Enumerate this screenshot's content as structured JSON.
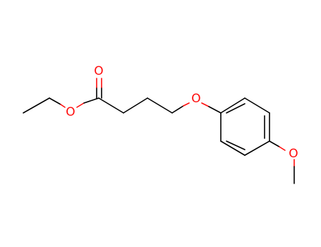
{
  "molecule": {
    "atoms": {
      "carbonyl_oxygen": {
        "symbol": "O",
        "color": "#ff0d0d"
      },
      "ester_oxygen": {
        "symbol": "O",
        "color": "#ff0d0d"
      },
      "ether_oxygen": {
        "symbol": "O",
        "color": "#ff0d0d"
      },
      "methoxy_oxygen": {
        "symbol": "O",
        "color": "#ff0d0d"
      }
    },
    "bond_color": "#000000",
    "heteroatom_color": "#ff0d0d"
  }
}
